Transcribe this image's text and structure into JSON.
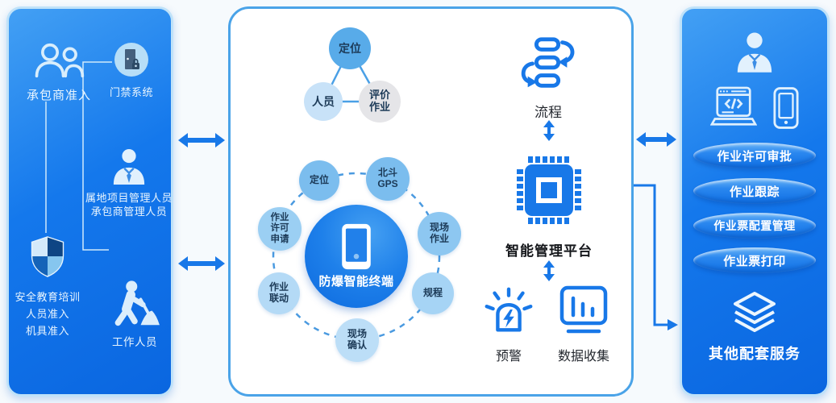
{
  "colors": {
    "accent": "#1878e8",
    "panel_gradient_top": "#43a0f4",
    "panel_gradient_bottom": "#0a66e0",
    "mid_border": "#4aa3e8"
  },
  "left_panel": {
    "contractor_label": "承包商准入",
    "door_label": "门禁系统",
    "manager_label": "属地项目管理人员\n承包商管理人员",
    "training_label": "安全教育培训\n人员准入\n机具准入",
    "worker_label": "工作人员"
  },
  "mid_panel": {
    "triad": {
      "top": "定位",
      "left": "人员",
      "right": "评价\n作业"
    },
    "hub": {
      "label": "防爆智能终端"
    },
    "satellites": [
      {
        "label": "定位"
      },
      {
        "label": "北斗\nGPS"
      },
      {
        "label": "现场\n作业"
      },
      {
        "label": "规程"
      },
      {
        "label": "现场\n确认"
      },
      {
        "label": "作业\n联动"
      },
      {
        "label": "作业\n许可\n申请"
      }
    ],
    "flow_label": "流程",
    "platform_label": "智能管理平台",
    "warning_label": "预警",
    "data_label": "数据收集"
  },
  "right_panel": {
    "services": [
      {
        "label": "作业许可审批"
      },
      {
        "label": "作业跟踪"
      },
      {
        "label": "作业票配置管理"
      },
      {
        "label": "作业票打印"
      }
    ],
    "other_label": "其他配套服务"
  }
}
